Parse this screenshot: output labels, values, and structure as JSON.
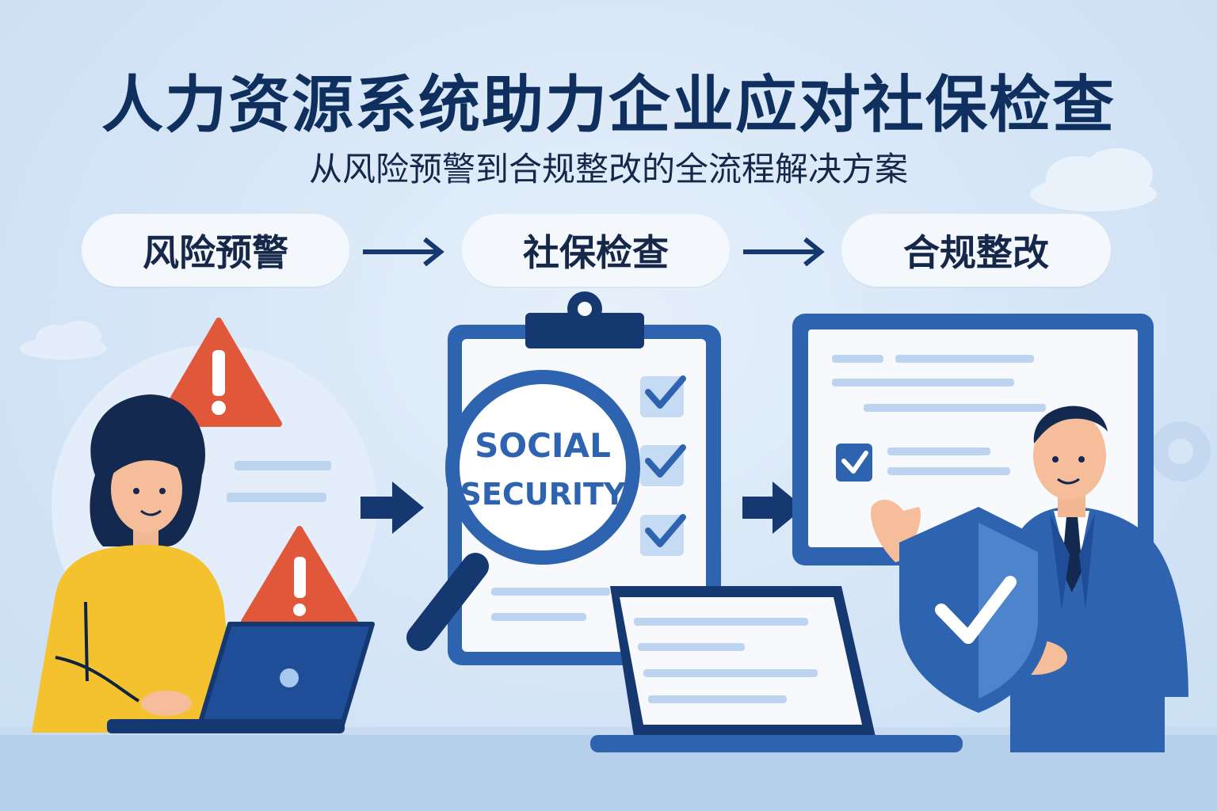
{
  "header": {
    "title": "人力资源系统助力企业应对社保检查",
    "subtitle": "从风险预警到合规整改的全流程解决方案"
  },
  "steps": [
    {
      "label": "风险预警"
    },
    {
      "label": "社保检查"
    },
    {
      "label": "合规整改"
    }
  ],
  "magnifier": {
    "line1": "SOCIAL",
    "line2": "SECURITY"
  },
  "colors": {
    "navy": "#14386f",
    "blue": "#2e63b0",
    "light_blue": "#a9c8ee",
    "warning_red": "#e0573a",
    "shirt_yellow": "#f5c22f",
    "background": "#d6e6f7"
  }
}
